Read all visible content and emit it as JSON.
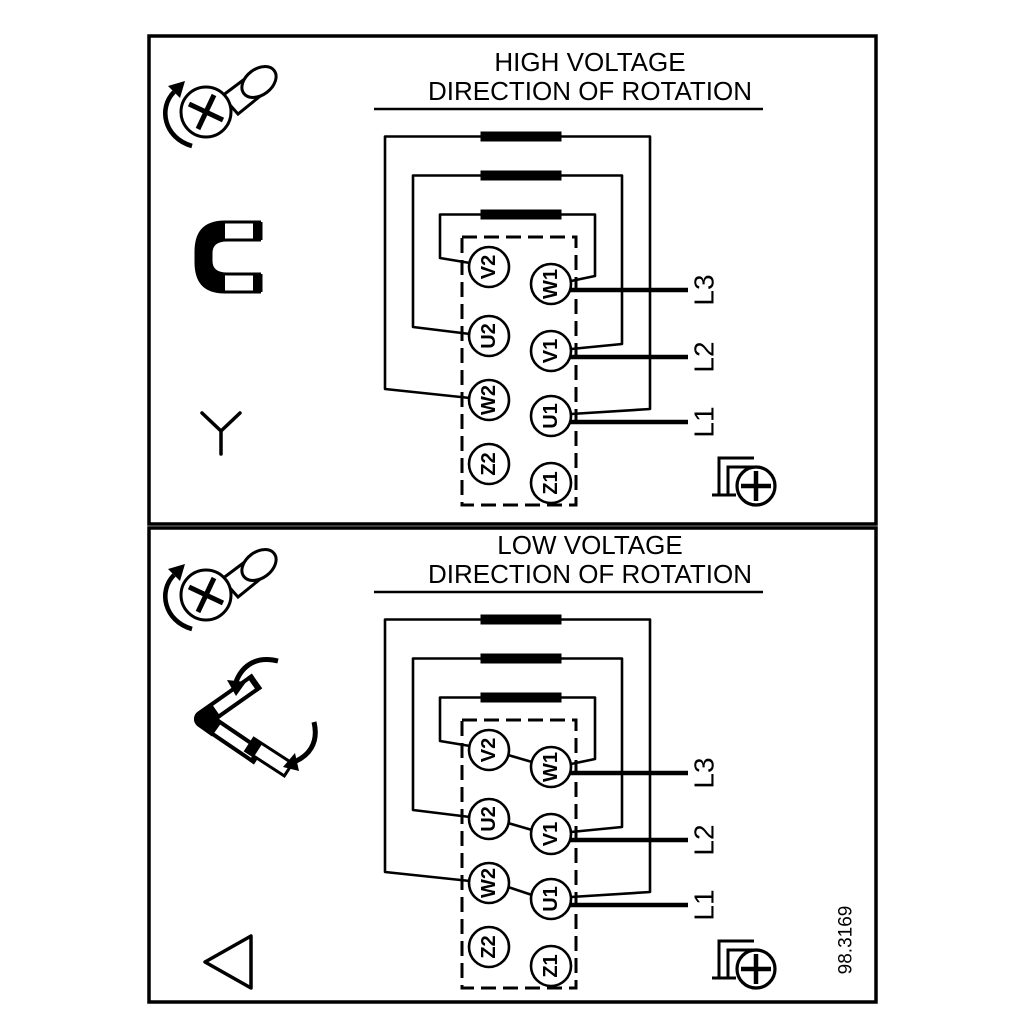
{
  "background_color": "#ffffff",
  "ink_color": "#000000",
  "figure_number": "98.3169",
  "panels": {
    "high_voltage": {
      "title_line1": "HIGH VOLTAGE",
      "title_line2": "DIRECTION OF ROTATION",
      "terminals": {
        "left": [
          "V2",
          "U2",
          "W2",
          "Z2"
        ],
        "right": [
          "W1",
          "V1",
          "U1",
          "Z1"
        ]
      },
      "supply_lines": [
        "L3",
        "L2",
        "L1"
      ]
    },
    "low_voltage": {
      "title_line1": "LOW VOLTAGE",
      "title_line2": "DIRECTION OF ROTATION",
      "terminals": {
        "left": [
          "V2",
          "U2",
          "W2",
          "Z2"
        ],
        "right": [
          "W1",
          "V1",
          "U1",
          "Z1"
        ]
      },
      "supply_lines": [
        "L3",
        "L2",
        "L1"
      ]
    }
  },
  "icons": {
    "screw_rotation": "screw-head-with-rotation-arrow",
    "star_jumper": "jumper-bracket",
    "star_symbol": "star-connection",
    "delta_jumper": "jumper-bracket-with-move-arrows",
    "delta_symbol": "delta-connection",
    "ground": "ground-terminal-screw"
  }
}
